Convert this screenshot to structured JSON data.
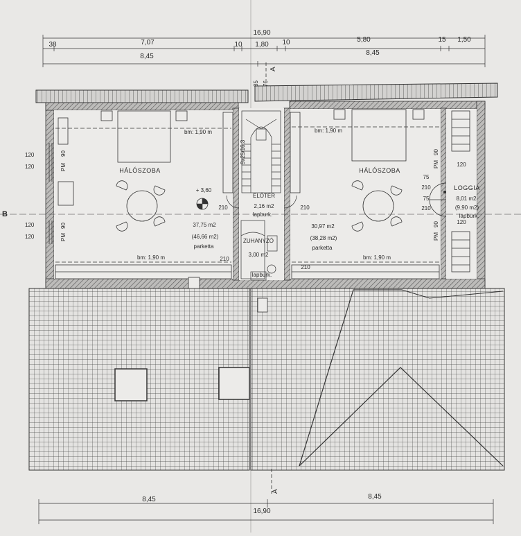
{
  "dimensions": {
    "top_total": "16,90",
    "top_segments": [
      "38",
      "7,07",
      "10",
      "1,80",
      "10",
      "5,80",
      "15",
      "1,50"
    ],
    "top_halves": [
      "8,45",
      "8,45"
    ],
    "bottom_halves": [
      "8,45",
      "8,45"
    ],
    "bottom_total": "16,90"
  },
  "section_markers": {
    "a_top": "A",
    "a_bottom": "A",
    "b_left": "B"
  },
  "rooms": {
    "left_bedroom": {
      "name": "HÁLÓSZOBA",
      "area": "37,75 m2",
      "gross": "(46,66 m2)",
      "floor": "parketta",
      "bm_top": "bm: 1,90 m",
      "bm_bottom": "bm: 1,90 m"
    },
    "right_bedroom": {
      "name": "HÁLÓSZOBA",
      "area": "30,97 m2",
      "gross": "(38,28 m2)",
      "floor": "parketta",
      "bm_top": "bm: 1,90 m",
      "bm_bottom": "bm: 1,90 m"
    },
    "hall": {
      "name": "ELŐTÉR",
      "area": "2,16 m2",
      "floor": "lapburk."
    },
    "shower": {
      "name": "ZUHANYZÓ",
      "area": "3,00 m2",
      "floor": "lapburk."
    },
    "loggia": {
      "name": "LOGGIA",
      "area": "8,01 m2",
      "gross": "(9,90 m2)",
      "floor": "lapburk."
    }
  },
  "level_mark": "+ 3,60",
  "window_labels": {
    "pm": "PM",
    "n90": "90",
    "n120": "120",
    "n75": "75",
    "n210": "210"
  },
  "colors": {
    "paper": "#e9e8e6",
    "ink": "#2a2a2a",
    "wall": "#6e6e6e"
  }
}
